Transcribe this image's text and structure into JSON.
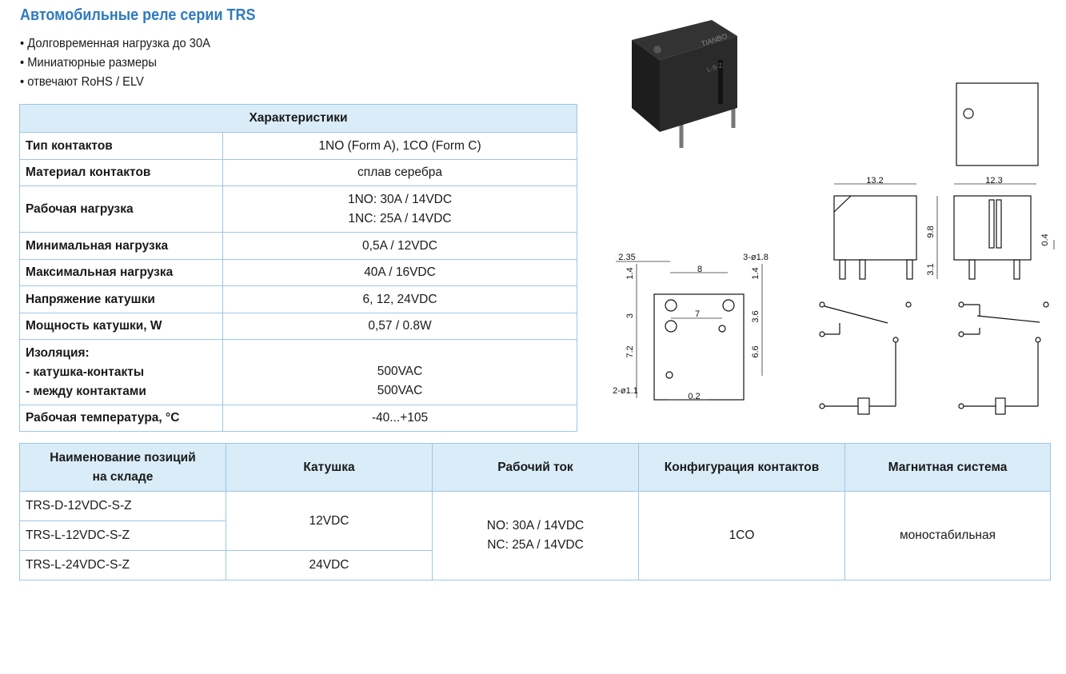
{
  "title": "Автомобильные реле серии TRS",
  "bullets": [
    "• Долговременная нагрузка до 30А",
    "• Миниатюрные размеры",
    "• отвечают RoHS / ELV"
  ],
  "specs": {
    "header": "Характеристики",
    "rows": [
      {
        "label": "Тип контактов",
        "value": "1NO (Form A), 1CO (Form C)"
      },
      {
        "label": "Материал контактов",
        "value": "сплав серебра"
      },
      {
        "label": "Рабочая нагрузка",
        "value": "1NO: 30A / 14VDC",
        "value2": "1NC: 25A / 14VDC"
      },
      {
        "label": "Минимальная нагрузка",
        "value": "0,5A / 12VDC"
      },
      {
        "label": "Максимальная нагрузка",
        "value": "40A / 16VDC"
      },
      {
        "label": "Напряжение катушки",
        "value": "6, 12, 24VDC"
      },
      {
        "label": "Мощность катушки, W",
        "value": "0,57 / 0.8W"
      },
      {
        "label": "Изоляция:",
        "label2": "- катушка-контакты",
        "label3": "- между контактами",
        "value": "500VAC",
        "value2": "500VAC"
      },
      {
        "label": "Рабочая температура, °С",
        "value": "-40...+105"
      }
    ]
  },
  "stock": {
    "headers": [
      "Наименование позиций",
      "на складе",
      "Катушка",
      "Рабочий ток",
      "Конфигурация контактов",
      "Магнитная система"
    ],
    "codes": [
      "TRS-D-12VDC-S-Z",
      "TRS-L-12VDC-S-Z",
      "TRS-L-24VDC-S-Z"
    ],
    "coil_12": "12VDC",
    "coil_24": "24VDC",
    "current_1": "NO: 30A / 14VDC",
    "current_2": "NC: 25A / 14VDC",
    "config": "1CO",
    "magnet": "моностабильная"
  },
  "product": {
    "marking_1": "TIANBO",
    "marking_2": "L-S-Z"
  },
  "drawing": {
    "dims": [
      "13.2",
      "12.3",
      "9.8",
      "0.4",
      "3.1",
      "2.35",
      "8",
      "3-ø1.8",
      "1.4",
      "1.4",
      "3",
      "7",
      "3.6",
      "7.2",
      "6.6",
      "2-ø1.1",
      "0.2"
    ]
  },
  "colors": {
    "accent": "#2f7bbf",
    "header_bg": "#d9ecf8",
    "border": "#9fc6e3"
  }
}
